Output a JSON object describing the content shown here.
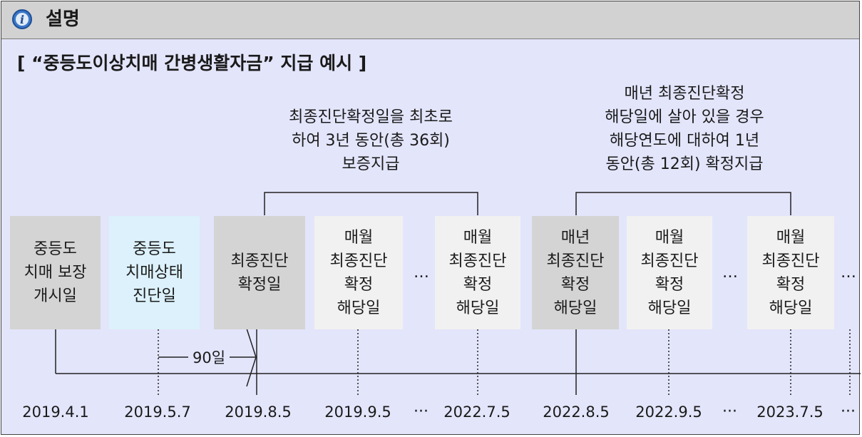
{
  "header": {
    "title": "설명",
    "icon": "info-icon"
  },
  "subtitle": "[ “중등도이상치매 간병생활자금” 지급 예시 ]",
  "notes": {
    "guaranteed": "최종진단확정일을 최초로\n하여 3년 동안(총 36회)\n보증지급",
    "confirmed": "매년 최종진단확정\n해당일에 살아 있을 경우\n해당연도에 대하여 1년\n동안(총 12회) 확정지급"
  },
  "boxes": [
    {
      "label": "중등도\n치매 보장\n개시일",
      "style": "gray"
    },
    {
      "label": "중등도\n치매상태\n진단일",
      "style": "blue"
    },
    {
      "label": "최종진단\n확정일",
      "style": "gray"
    },
    {
      "label": "매월\n최종진단\n확정\n해당일",
      "style": "light"
    },
    {
      "label": "매월\n최종진단\n확정\n해당일",
      "style": "light"
    },
    {
      "label": "매년\n최종진단\n확정\n해당일",
      "style": "gray"
    },
    {
      "label": "매월\n최종진단\n확정\n해당일",
      "style": "light"
    },
    {
      "label": "매월\n최종진단\n확정\n해당일",
      "style": "light"
    }
  ],
  "ellipsis": "…",
  "gap_label": "90일",
  "dates": [
    "2019.4.1",
    "2019.5.7",
    "2019.8.5",
    "2019.9.5",
    "2022.7.5",
    "2022.8.5",
    "2022.9.5",
    "2023.7.5"
  ],
  "date_ellipsis": "···",
  "colors": {
    "panel": "#e3e5fb",
    "header": "#d2d2d2",
    "gray_box": "#d4d4d4",
    "blue_box": "#dcf1fb",
    "light_box": "#f1f1f1"
  }
}
